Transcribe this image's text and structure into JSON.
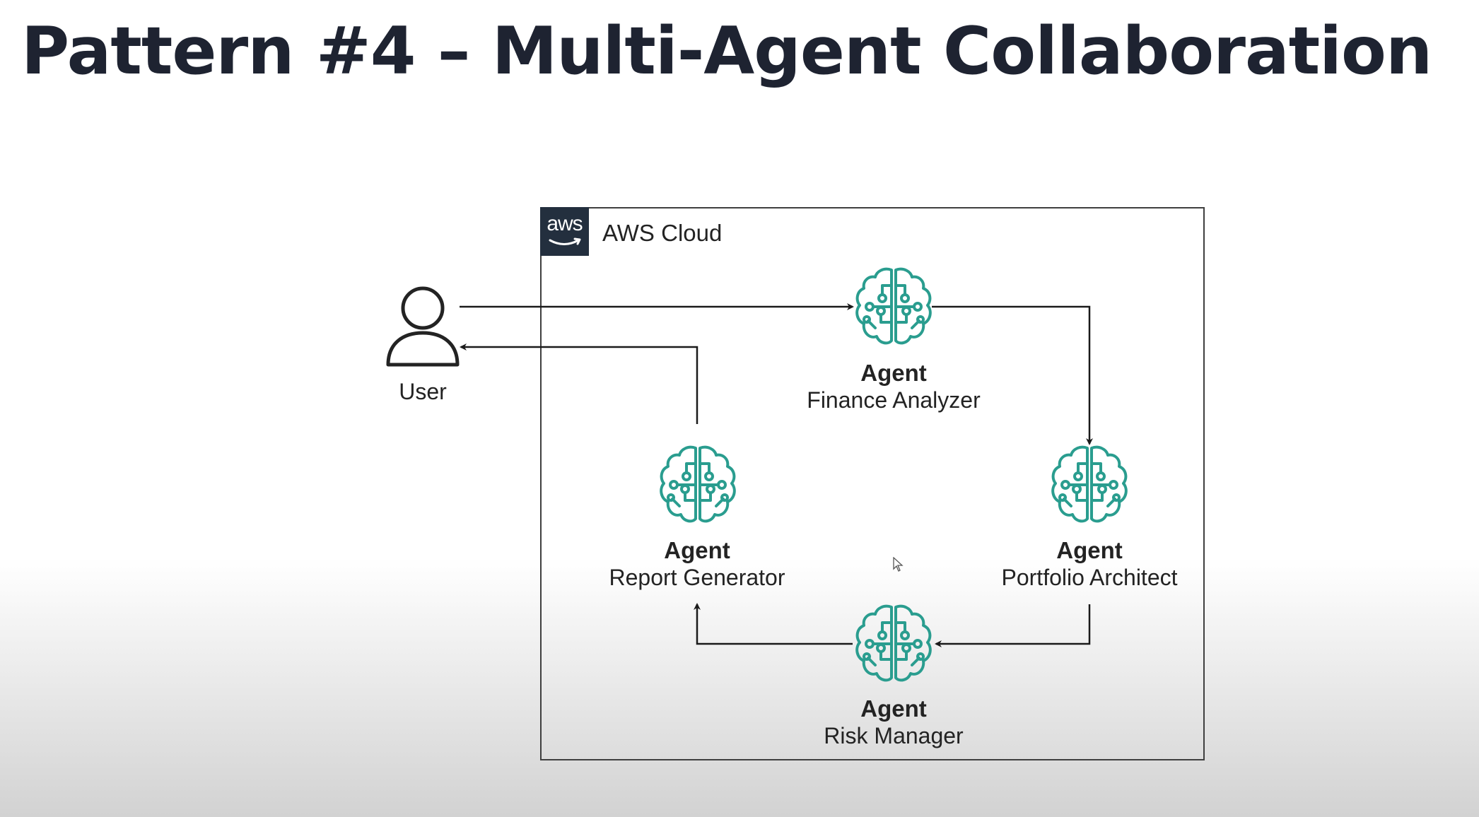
{
  "title": "Pattern #4 – Multi-Agent Collaboration",
  "cloud": {
    "logo_text": "aws",
    "label": "AWS Cloud"
  },
  "user": {
    "label": "User",
    "icon": "user-icon"
  },
  "agents": [
    {
      "kind": "Agent",
      "name": "Finance Analyzer",
      "icon": "brain-icon"
    },
    {
      "kind": "Agent",
      "name": "Portfolio Architect",
      "icon": "brain-icon"
    },
    {
      "kind": "Agent",
      "name": "Risk Manager",
      "icon": "brain-icon"
    },
    {
      "kind": "Agent",
      "name": "Report Generator",
      "icon": "brain-icon"
    }
  ],
  "flow": [
    {
      "from": "User",
      "to": "Finance Analyzer"
    },
    {
      "from": "Finance Analyzer",
      "to": "Portfolio Architect"
    },
    {
      "from": "Portfolio Architect",
      "to": "Risk Manager"
    },
    {
      "from": "Risk Manager",
      "to": "Report Generator"
    },
    {
      "from": "Report Generator",
      "to": "User"
    }
  ],
  "colors": {
    "title": "#1e2331",
    "agent_icon": "#2a9d8f",
    "aws_logo_bg": "#232f3e",
    "line": "#1a1a1a"
  }
}
